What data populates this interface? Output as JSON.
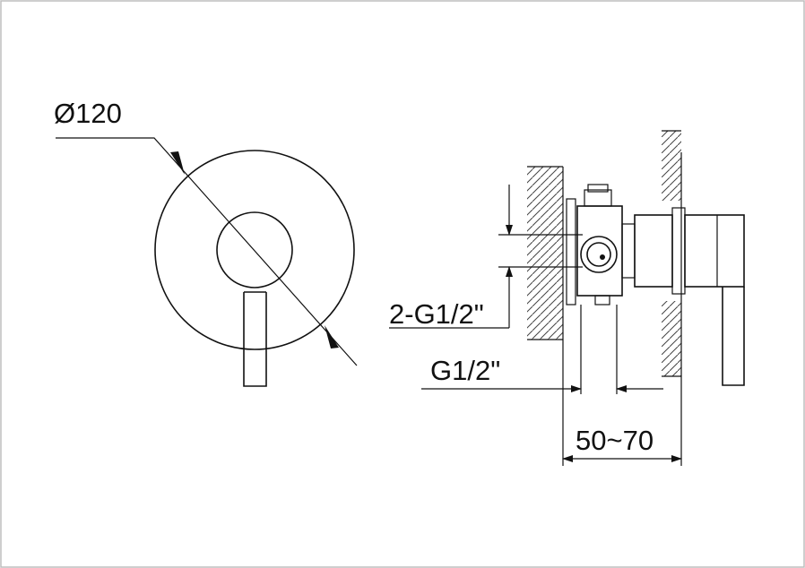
{
  "dimensions": {
    "diameter": "Ø120",
    "inlet_thread": "2-G1/2\"",
    "outlet_thread": "G1/2\"",
    "wall_depth": "50~70"
  },
  "colors": {
    "line": "#111111",
    "background": "#ffffff",
    "frame": "#bdbdbd"
  }
}
